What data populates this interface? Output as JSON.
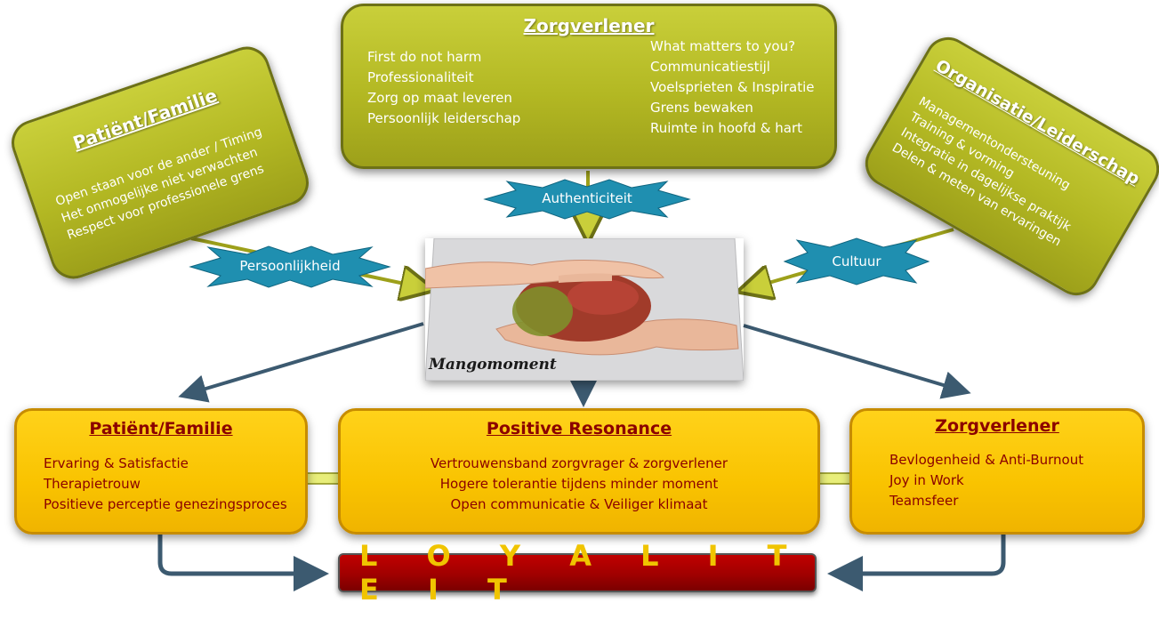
{
  "top_center": {
    "title": "Zorgverlener",
    "left_lines": [
      "First do not harm",
      "Professionaliteit",
      "Zorg op maat leveren",
      "Persoonlijk leiderschap"
    ],
    "right_lines": [
      "What matters to you?",
      "Communicatiestijl",
      "Voelsprieten & Inspiratie",
      "Grens bewaken",
      "Ruimte in hoofd & hart"
    ]
  },
  "top_left": {
    "title": "Patiënt/Familie",
    "lines": [
      "Open staan voor de ander / Timing",
      "Het onmogelijke niet verwachten",
      "Respect voor professionele grens"
    ]
  },
  "top_right": {
    "title": "Organisatie/Leiderschap",
    "lines": [
      "Managementondersteuning",
      "Training & vorming",
      "Integratie in dagelijkse praktijk",
      "Delen & meten van ervaringen"
    ]
  },
  "stars": {
    "authenticity": "Authenticiteit",
    "personality": "Persoonlijkheid",
    "culture": "Cultuur"
  },
  "center_image": {
    "caption": "Mangomoment"
  },
  "bottom_left": {
    "title": "Patiënt/Familie",
    "lines": [
      "Ervaring &  Satisfactie",
      "Therapietrouw",
      "Positieve perceptie genezingsproces"
    ]
  },
  "bottom_center": {
    "title": "Positive Resonance",
    "lines": [
      "Vertrouwensband zorgvrager & zorgverlener",
      "Hogere tolerantie tijdens minder moment",
      "Open communicatie & Veiliger klimaat"
    ]
  },
  "bottom_right": {
    "title": "Zorgverlener",
    "lines": [
      "Bevlogenheid & Anti-Burnout",
      "Joy in Work",
      "Teamsfeer"
    ]
  },
  "footer": {
    "label": "L O Y A L I T E I T"
  },
  "colors": {
    "olive_box": "#b3b823",
    "yellow_box": "#f9c300",
    "dark_red_text": "#8b0000",
    "star_blue": "#1f8fb0",
    "arrow_navy": "#3c5a70",
    "loyalty_red": "#a00000",
    "loyalty_text": "#f0c400"
  }
}
